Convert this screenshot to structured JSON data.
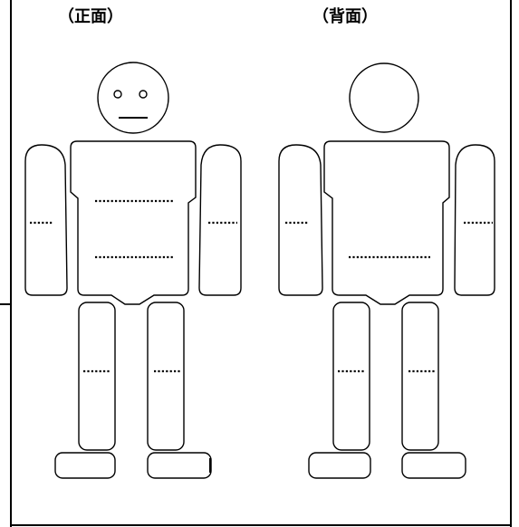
{
  "views": [
    {
      "id": "front",
      "label": "（正面）",
      "arm_marker": "....",
      "torso_upper_marker": "...........",
      "torso_lower_marker": "...........",
      "leg_marker": "....",
      "face": true
    },
    {
      "id": "back",
      "label": "（背面）",
      "arm_marker": "....",
      "torso_upper_marker": "",
      "torso_lower_marker": "...........",
      "leg_marker": "....",
      "face": false
    }
  ]
}
